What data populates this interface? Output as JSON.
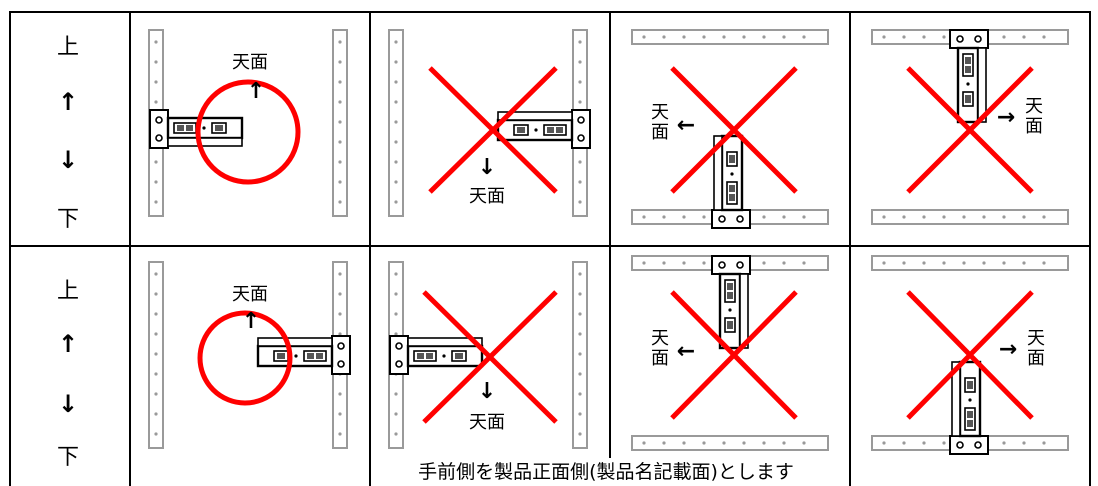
{
  "labels": {
    "up": "上",
    "down": "下",
    "arrow_up": "↑",
    "arrow_down": "↓",
    "top_face": "天面",
    "top_face_v1": "天",
    "top_face_v2": "面",
    "caption": "手前側を製品正面側(製品名記載面)とします"
  },
  "rows": [
    {
      "side_labels": [
        "上",
        "↑",
        "↓",
        "下"
      ],
      "cells": [
        {
          "verdict": "ok"
        },
        {
          "verdict": "ng"
        },
        {
          "verdict": "ng"
        },
        {
          "verdict": "ng"
        }
      ]
    },
    {
      "side_labels": [
        "上",
        "↑",
        "↓",
        "下"
      ],
      "cells": [
        {
          "verdict": "ok"
        },
        {
          "verdict": "ng"
        },
        {
          "verdict": "ng"
        },
        {
          "verdict": "ng"
        }
      ]
    }
  ],
  "colors": {
    "mark": "#ff0000",
    "line": "#000000",
    "rail": "#a0a0a0",
    "module": "#404040"
  }
}
